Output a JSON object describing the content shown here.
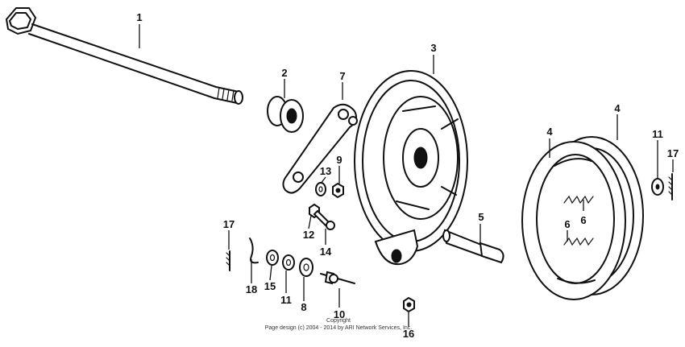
{
  "diagram": {
    "callouts": {
      "c1": "1",
      "c2": "2",
      "c3": "3",
      "c4a": "4",
      "c4b": "4",
      "c5": "5",
      "c6a": "6",
      "c6b": "6",
      "c7": "7",
      "c8": "8",
      "c9": "9",
      "c10": "10",
      "c11a": "11",
      "c11b": "11",
      "c12": "12",
      "c13": "13",
      "c14": "14",
      "c15": "15",
      "c16": "16",
      "c17a": "17",
      "c17b": "17",
      "c18": "18"
    },
    "copyright_line1": "Copyright",
    "copyright_line2": "Page design (c) 2004 - 2014 by ARI Network Services, Inc."
  }
}
